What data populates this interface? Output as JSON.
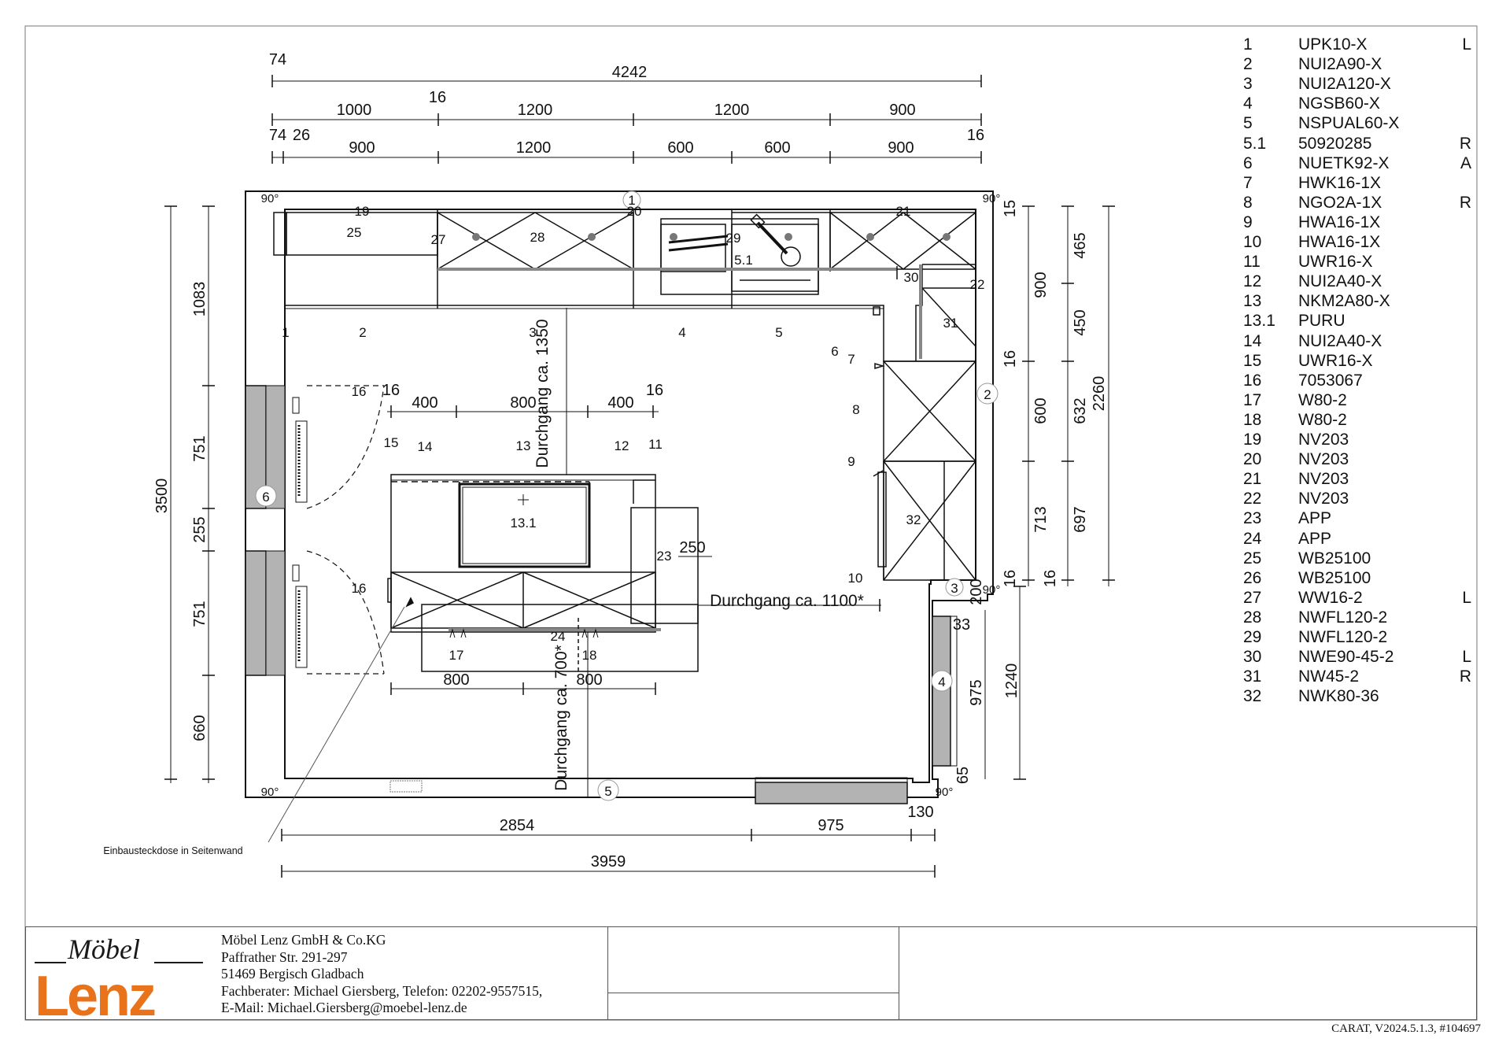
{
  "dimensions": {
    "top": {
      "overall_offset": "74",
      "overall": "4242",
      "row2": [
        "1000",
        "16",
        "1200",
        "1200",
        "900"
      ],
      "row3_left": "74",
      "row3_left2": "26",
      "row3": [
        "900",
        "1200",
        "600",
        "600",
        "900"
      ],
      "row3_right": "16"
    },
    "left": [
      "1083",
      "751",
      "255",
      "751",
      "660"
    ],
    "left_total": "3500",
    "right_inner": [
      "15",
      "900",
      "16",
      "600",
      "713",
      "16"
    ],
    "right_mid": [
      "465",
      "450",
      "632",
      "697",
      "16"
    ],
    "right_total": "2260",
    "right_lower": [
      "200",
      "33",
      "975",
      "65",
      "1240"
    ],
    "island": [
      "16",
      "400",
      "800",
      "400",
      "16"
    ],
    "island_bottom": [
      "800",
      "800"
    ],
    "island_side": "250",
    "bottom_row1": [
      "2854",
      "975",
      "130"
    ],
    "bottom_total": "3959",
    "corner_angle": "90°"
  },
  "labels": {
    "passage_vertical_top": "Durchgang ca. 1350",
    "passage_horizontal": "Durchgang ca. 1100*",
    "passage_vertical_bottom": "Durchgang ca. 700*",
    "socket_note": "Einbausteckdose in Seitenwand",
    "item_numbers": [
      "1",
      "2",
      "3",
      "4",
      "5",
      "6",
      "7",
      "8",
      "9",
      "10",
      "11",
      "12",
      "13",
      "13.1",
      "14",
      "15",
      "16",
      "16",
      "17",
      "18",
      "19",
      "20",
      "21",
      "22",
      "23",
      "24",
      "25",
      "27",
      "28",
      "29",
      "30",
      "31",
      "32",
      "5.1"
    ],
    "wall_markers": [
      "1",
      "2",
      "3",
      "4",
      "5",
      "6"
    ]
  },
  "legend": [
    {
      "num": "1",
      "code": "UPK10-X",
      "side": "L"
    },
    {
      "num": "2",
      "code": "NUI2A90-X",
      "side": ""
    },
    {
      "num": "3",
      "code": "NUI2A120-X",
      "side": ""
    },
    {
      "num": "4",
      "code": "NGSB60-X",
      "side": ""
    },
    {
      "num": "5",
      "code": "NSPUAL60-X",
      "side": ""
    },
    {
      "num": "5.1",
      "code": "50920285",
      "side": "R"
    },
    {
      "num": "6",
      "code": "NUETK92-X",
      "side": "A"
    },
    {
      "num": "7",
      "code": "HWK16-1X",
      "side": ""
    },
    {
      "num": "8",
      "code": "NGO2A-1X",
      "side": "R"
    },
    {
      "num": "9",
      "code": "HWA16-1X",
      "side": ""
    },
    {
      "num": "10",
      "code": "HWA16-1X",
      "side": ""
    },
    {
      "num": "11",
      "code": "UWR16-X",
      "side": ""
    },
    {
      "num": "12",
      "code": "NUI2A40-X",
      "side": ""
    },
    {
      "num": "13",
      "code": "NKM2A80-X",
      "side": ""
    },
    {
      "num": "13.1",
      "code": "PURU",
      "side": ""
    },
    {
      "num": "14",
      "code": "NUI2A40-X",
      "side": ""
    },
    {
      "num": "15",
      "code": "UWR16-X",
      "side": ""
    },
    {
      "num": "16",
      "code": "7053067",
      "side": ""
    },
    {
      "num": "17",
      "code": "W80-2",
      "side": ""
    },
    {
      "num": "18",
      "code": "W80-2",
      "side": ""
    },
    {
      "num": "19",
      "code": "NV203",
      "side": ""
    },
    {
      "num": "20",
      "code": "NV203",
      "side": ""
    },
    {
      "num": "21",
      "code": "NV203",
      "side": ""
    },
    {
      "num": "22",
      "code": "NV203",
      "side": ""
    },
    {
      "num": "23",
      "code": "APP",
      "side": ""
    },
    {
      "num": "24",
      "code": "APP",
      "side": ""
    },
    {
      "num": "25",
      "code": "WB25100",
      "side": ""
    },
    {
      "num": "26",
      "code": "WB25100",
      "side": ""
    },
    {
      "num": "27",
      "code": "WW16-2",
      "side": "L"
    },
    {
      "num": "28",
      "code": "NWFL120-2",
      "side": ""
    },
    {
      "num": "29",
      "code": "NWFL120-2",
      "side": ""
    },
    {
      "num": "30",
      "code": "NWE90-45-2",
      "side": "L"
    },
    {
      "num": "31",
      "code": "NW45-2",
      "side": "R"
    },
    {
      "num": "32",
      "code": "NWK80-36",
      "side": ""
    }
  ],
  "logo": {
    "top": "Möbel",
    "bottom": "Lenz"
  },
  "company": {
    "name": "Möbel Lenz GmbH & Co.KG",
    "street": "Paffrather Str. 291-297",
    "city": "51469 Bergisch Gladbach",
    "advisor": "Fachberater: Michael Giersberg, Telefon: 02202-9557515,",
    "email": "E-Mail: Michael.Giersberg@moebel-lenz.de"
  },
  "version": "CARAT,  V2024.5.1.3,  #104697",
  "colors": {
    "line": "#111111",
    "fill_gray": "#b3b3b3",
    "logo_orange": "#e8731a",
    "logo_black": "#1a1a1a"
  }
}
